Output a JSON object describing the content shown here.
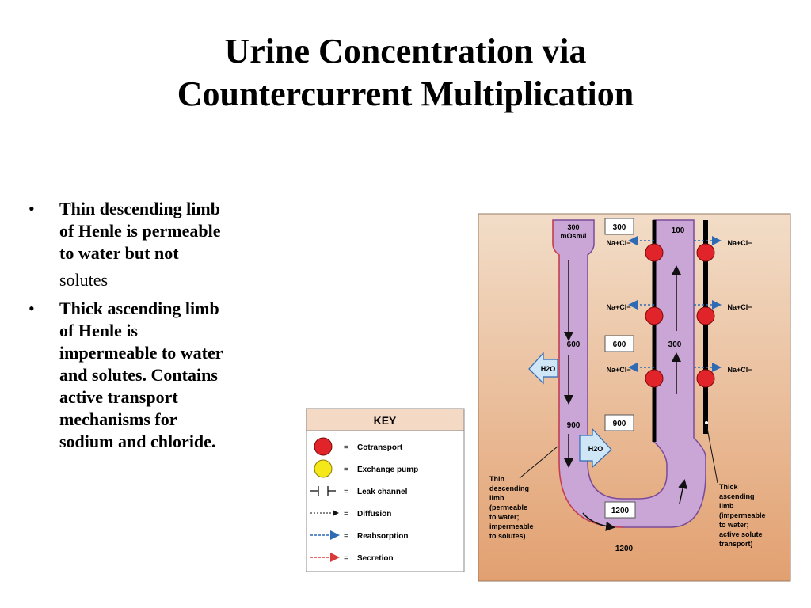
{
  "title": {
    "line1": "Urine Concentration via",
    "line2": "Countercurrent Multiplication"
  },
  "bullets": [
    {
      "lines": [
        "Thin descending limb",
        "of Henle is permeable",
        "to water but not",
        "solutes"
      ]
    },
    {
      "lines": [
        "Thick ascending limb",
        "of Henle is",
        "impermeable to water",
        "and solutes. Contains",
        "active transport",
        "mechanisms for",
        "sodium and chloride."
      ]
    }
  ],
  "diagram": {
    "interstitial_values": [
      "300",
      "600",
      "900",
      "1200"
    ],
    "descending_labels": [
      "300",
      "mOsm/l",
      "600",
      "900"
    ],
    "ascending_labels": [
      "100",
      "300"
    ],
    "bottom_label": "1200",
    "water_label": "H2O",
    "ion_label": "Na+Cl−",
    "thin_label": [
      "Thin",
      "descending",
      "limb",
      "(permeable",
      "to water;",
      "impermeable",
      "to solutes)"
    ],
    "thick_label": [
      "Thick",
      "ascending",
      "limb",
      "(impermeable",
      "to water;",
      "active solute",
      "transport)"
    ],
    "colors": {
      "interstitium": "#e8b58a",
      "tubule": "#c9a6d6",
      "cotransport": "#e0242a",
      "exchange": "#f5e81a",
      "reabsorption": "#2f6ab5",
      "secretion": "#d93a3a"
    }
  },
  "key": {
    "title": "KEY",
    "items": [
      "Cotransport",
      "Exchange pump",
      "Leak channel",
      "Diffusion",
      "Reabsorption",
      "Secretion"
    ]
  }
}
